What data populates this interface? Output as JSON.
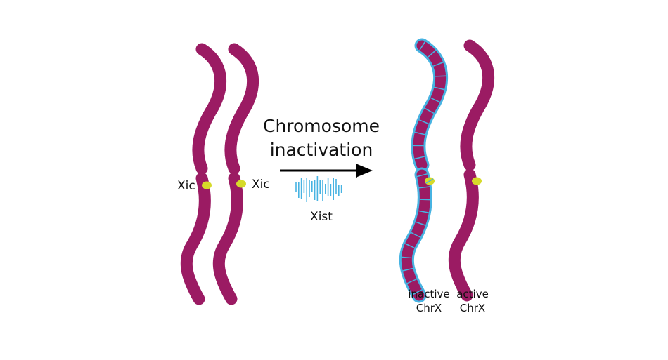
{
  "colors": {
    "chromosome": "#9B1B63",
    "xic_marker": "#D6DA2A",
    "xist_rna": "#47B3E2",
    "arrow": "#000000",
    "text": "#111111",
    "background": "#ffffff"
  },
  "before": {
    "left_label": "Xic",
    "right_label": "Xic"
  },
  "process": {
    "title_line1": "Chromosome",
    "title_line2": "inactivation",
    "rna_label": "Xist"
  },
  "after": {
    "inactive_line1": "inactive",
    "inactive_line2": "ChrX",
    "active_line1": "active",
    "active_line2": "ChrX"
  }
}
